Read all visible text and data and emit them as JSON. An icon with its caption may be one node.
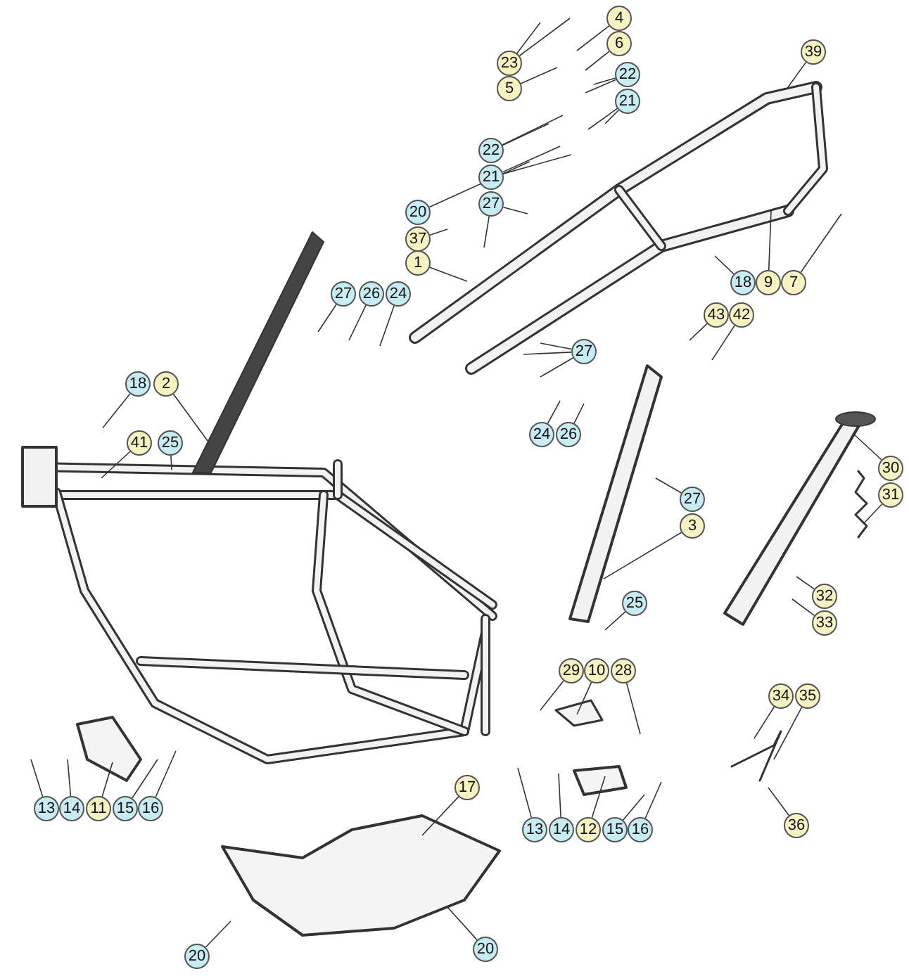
{
  "diagram": {
    "nodes": [
      {
        "text": [
          "4"
        ]
      },
      {
        "text": [
          "23"
        ]
      },
      {
        "text": [
          "6"
        ]
      },
      {
        "text": [
          "5"
        ]
      },
      {
        "text": [
          "22"
        ]
      },
      {
        "text": [
          "21"
        ]
      },
      {
        "text": [
          "22"
        ]
      },
      {
        "text": [
          "21"
        ]
      },
      {
        "text": [
          "39"
        ]
      },
      {
        "text": [
          "20"
        ]
      },
      {
        "text": [
          "27"
        ]
      },
      {
        "text": [
          "37"
        ]
      },
      {
        "text": [
          "1"
        ]
      },
      {
        "text": [
          "18"
        ]
      },
      {
        "text": [
          "9"
        ]
      },
      {
        "text": [
          "7"
        ]
      },
      {
        "text": [
          "27"
        ]
      },
      {
        "text": [
          "26"
        ]
      },
      {
        "text": [
          "24"
        ]
      },
      {
        "text": [
          "43"
        ]
      },
      {
        "text": [
          "42"
        ]
      },
      {
        "text": [
          "18"
        ]
      },
      {
        "text": [
          "2"
        ]
      },
      {
        "text": [
          "41"
        ]
      },
      {
        "text": [
          "25"
        ]
      },
      {
        "text": [
          "27"
        ]
      },
      {
        "text": [
          "24"
        ]
      },
      {
        "text": [
          "26"
        ]
      },
      {
        "text": [
          "30"
        ]
      },
      {
        "text": [
          "31"
        ]
      },
      {
        "text": [
          "27"
        ]
      },
      {
        "text": [
          "3"
        ]
      },
      {
        "text": [
          "32"
        ]
      },
      {
        "text": [
          "33"
        ]
      },
      {
        "text": [
          "25"
        ]
      },
      {
        "text": [
          "29"
        ]
      },
      {
        "text": [
          "10"
        ]
      },
      {
        "text": [
          "28"
        ]
      },
      {
        "text": [
          "34"
        ]
      },
      {
        "text": [
          "35"
        ]
      },
      {
        "text": [
          "36"
        ]
      },
      {
        "text": [
          "17"
        ]
      },
      {
        "text": [
          "13"
        ]
      },
      {
        "text": [
          "14"
        ]
      },
      {
        "text": [
          "11"
        ]
      },
      {
        "text": [
          "15"
        ]
      },
      {
        "text": [
          "16"
        ]
      },
      {
        "text": [
          "13"
        ]
      },
      {
        "text": [
          "14"
        ]
      },
      {
        "text": [
          "12"
        ]
      },
      {
        "text": [
          "15"
        ]
      },
      {
        "text": [
          "16"
        ]
      },
      {
        "text": [
          "20"
        ]
      },
      {
        "text": [
          "20"
        ]
      }
    ],
    "edges": [
      {
        "from": 0,
        "to": null,
        "arrow": "none"
      },
      {
        "from": 1,
        "to": null,
        "arrow": "none"
      },
      {
        "from": 1,
        "to": null,
        "arrow": "none"
      },
      {
        "from": 2,
        "to": null,
        "arrow": "none"
      },
      {
        "from": 3,
        "to": null,
        "arrow": "none"
      },
      {
        "from": 4,
        "to": null,
        "arrow": "none"
      },
      {
        "from": 4,
        "to": null,
        "arrow": "none"
      },
      {
        "from": 5,
        "to": null,
        "arrow": "none"
      },
      {
        "from": 5,
        "to": null,
        "arrow": "none"
      },
      {
        "from": 6,
        "to": null,
        "arrow": "none"
      },
      {
        "from": 6,
        "to": null,
        "arrow": "none"
      },
      {
        "from": 7,
        "to": null,
        "arrow": "none"
      },
      {
        "from": 7,
        "to": null,
        "arrow": "none"
      },
      {
        "from": 8,
        "to": null,
        "arrow": "none"
      },
      {
        "from": 9,
        "to": null,
        "arrow": "none"
      },
      {
        "from": 10,
        "to": null,
        "arrow": "none"
      },
      {
        "from": 10,
        "to": null,
        "arrow": "none"
      },
      {
        "from": 11,
        "to": null,
        "arrow": "none"
      },
      {
        "from": 12,
        "to": null,
        "arrow": "none"
      },
      {
        "from": 13,
        "to": null,
        "arrow": "none"
      },
      {
        "from": 14,
        "to": null,
        "arrow": "none"
      },
      {
        "from": 15,
        "to": null,
        "arrow": "none"
      },
      {
        "from": 16,
        "to": null,
        "arrow": "none"
      },
      {
        "from": 17,
        "to": null,
        "arrow": "none"
      },
      {
        "from": 18,
        "to": null,
        "arrow": "none"
      },
      {
        "from": 19,
        "to": null,
        "arrow": "none"
      },
      {
        "from": 20,
        "to": null,
        "arrow": "none"
      },
      {
        "from": 21,
        "to": null,
        "arrow": "none"
      },
      {
        "from": 22,
        "to": null,
        "arrow": "none"
      },
      {
        "from": 23,
        "to": null,
        "arrow": "none"
      },
      {
        "from": 24,
        "to": null,
        "arrow": "none"
      },
      {
        "from": 25,
        "to": null,
        "arrow": "none"
      },
      {
        "from": 25,
        "to": null,
        "arrow": "none"
      },
      {
        "from": 25,
        "to": null,
        "arrow": "none"
      },
      {
        "from": 26,
        "to": null,
        "arrow": "none"
      },
      {
        "from": 27,
        "to": null,
        "arrow": "none"
      },
      {
        "from": 28,
        "to": null,
        "arrow": "none"
      },
      {
        "from": 29,
        "to": null,
        "arrow": "none"
      },
      {
        "from": 30,
        "to": null,
        "arrow": "none"
      },
      {
        "from": 31,
        "to": null,
        "arrow": "none"
      },
      {
        "from": 32,
        "to": null,
        "arrow": "none"
      },
      {
        "from": 33,
        "to": null,
        "arrow": "none"
      },
      {
        "from": 34,
        "to": null,
        "arrow": "none"
      },
      {
        "from": 35,
        "to": null,
        "arrow": "none"
      },
      {
        "from": 36,
        "to": null,
        "arrow": "none"
      },
      {
        "from": 37,
        "to": null,
        "arrow": "none"
      },
      {
        "from": 38,
        "to": null,
        "arrow": "none"
      },
      {
        "from": 39,
        "to": null,
        "arrow": "none"
      },
      {
        "from": 40,
        "to": null,
        "arrow": "none"
      },
      {
        "from": 41,
        "to": null,
        "arrow": "none"
      },
      {
        "from": 42,
        "to": null,
        "arrow": "none"
      },
      {
        "from": 43,
        "to": null,
        "arrow": "none"
      },
      {
        "from": 44,
        "to": null,
        "arrow": "none"
      },
      {
        "from": 45,
        "to": null,
        "arrow": "none"
      },
      {
        "from": 46,
        "to": null,
        "arrow": "none"
      },
      {
        "from": 47,
        "to": null,
        "arrow": "none"
      },
      {
        "from": 48,
        "to": null,
        "arrow": "none"
      },
      {
        "from": 49,
        "to": null,
        "arrow": "none"
      },
      {
        "from": 50,
        "to": null,
        "arrow": "none"
      },
      {
        "from": 51,
        "to": null,
        "arrow": "none"
      },
      {
        "from": 52,
        "to": null,
        "arrow": "none"
      },
      {
        "from": 53,
        "to": null,
        "arrow": "none"
      }
    ]
  }
}
